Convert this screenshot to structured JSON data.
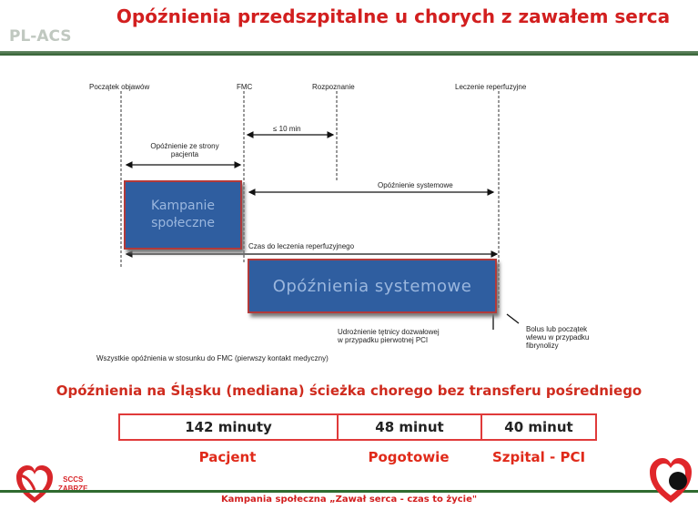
{
  "title": "Opóźnienia  przedszpitalne u chorych z zawałem serca",
  "brand": "PL-ACS",
  "diagram": {
    "milestones": [
      "Początek objawów",
      "FMC",
      "Rozpoznanie",
      "Leczenie reperfuzyjne"
    ],
    "le10": "≤ 10 min",
    "patient_delay": [
      "Opóźnienie ze strony",
      "pacjenta"
    ],
    "system_delay": "Opóźnienie systemowe",
    "time_to_reperfusion": "Czas do leczenia reperfuzyjnego",
    "campaign_box": [
      "Kampanie",
      "społeczne"
    ],
    "system_box": "Opóźnienia systemowe",
    "note_pci": [
      "Udrożnienie tętnicy dozwałowej",
      "w przypadku pierwotnej PCI"
    ],
    "note_bolus": [
      "Bolus lub początek",
      "wlewu w przypadku",
      "fibrynolizy"
    ],
    "note_all": "Wszystkie opóźnienia w stosunku do FMC (pierwszy kontakt medyczny)"
  },
  "subtitle": "Opóźnienia na Śląsku (mediana) ścieżka chorego bez transferu pośredniego",
  "table": {
    "values": [
      "142 minuty",
      "48 minut",
      "40 minut"
    ],
    "labels": [
      "Pacjent",
      "Pogotowie",
      "Szpital - PCI"
    ]
  },
  "logo_left": [
    "SCCS",
    "ZABRZE"
  ],
  "footer": "Kampania społeczna „Zawał serca - czas to życie\"",
  "colors": {
    "title": "#d21f1f",
    "box": "#2f5ea0",
    "table_border": "#e03a3a",
    "rule": "#2f5f2f"
  }
}
